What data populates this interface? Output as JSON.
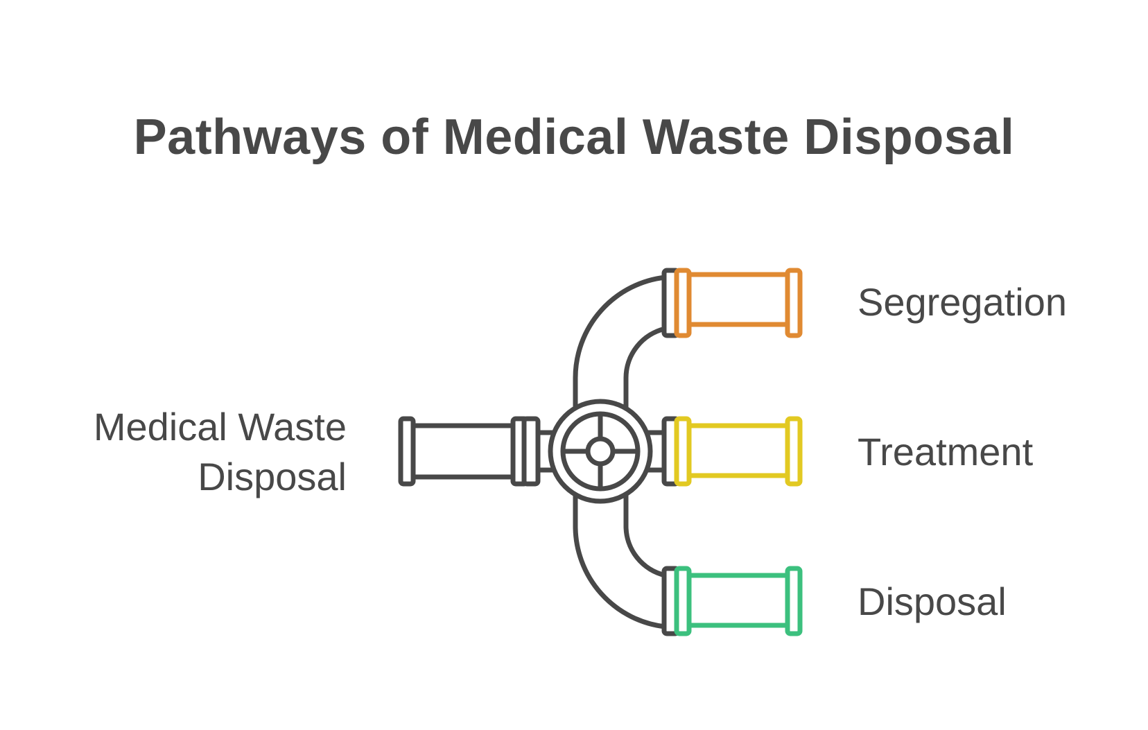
{
  "title": "Pathways of Medical Waste Disposal",
  "source": {
    "line1": "Medical Waste",
    "line2": "Disposal"
  },
  "branches": [
    {
      "label": "Segregation",
      "color": "#E08A32"
    },
    {
      "label": "Treatment",
      "color": "#E2C922"
    },
    {
      "label": "Disposal",
      "color": "#3CC07E"
    }
  ],
  "colors": {
    "pipe": "#484848",
    "text": "#484848",
    "background": "#ffffff"
  }
}
